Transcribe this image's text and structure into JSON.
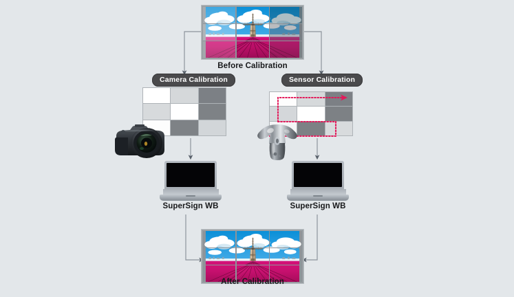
{
  "diagram": {
    "title_top": "Before Calibration",
    "title_bottom": "After Calibration",
    "background_color": "#e3e7ea",
    "accent_color": "#e3195a",
    "pill_color": "#4a4a4c",
    "branches": [
      {
        "pill": "Camera Calibration",
        "device": "camera",
        "software": "SuperSign WB"
      },
      {
        "pill": "Sensor Calibration",
        "device": "color-sensor",
        "software": "SuperSign WB"
      }
    ],
    "software_label": "SuperSign WB"
  },
  "camera_chart": {
    "rows": [
      [
        "#ffffff",
        "#d5d8da",
        "#7c8085"
      ],
      [
        "#d7dadc",
        "#ffffff",
        "#7e8286"
      ],
      [
        "#fdfdfd",
        "#7e8286",
        "#d2d6d9"
      ]
    ]
  },
  "sensor_chart": {
    "rows": [
      [
        "#fdfdfd",
        "#d6d9db",
        "#7c8085"
      ],
      [
        "#d4d7da",
        "#ffffff",
        "#7d8185"
      ],
      [
        "#f4f5f6",
        "#7d8185",
        "#d8dbdd"
      ]
    ],
    "path_color": "#e3195a",
    "path_style": "dotted-serpentine"
  },
  "wall_before": {
    "tints": [
      [
        "rgba(255,255,255,0.22)",
        "rgba(0,0,0,0.00)",
        "rgba(12,62,78,0.34)"
      ],
      [
        "rgba(255,255,255,0.30)",
        "rgba(0,0,0,0.00)",
        "rgba(90,96,102,0.42)"
      ],
      [
        "rgba(255,255,255,0.18)",
        "rgba(0,0,0,0.06)",
        "rgba(60,64,70,0.22)"
      ]
    ]
  },
  "wall_after": {
    "tints": [
      [
        "rgba(0,0,0,0)",
        "rgba(0,0,0,0)",
        "rgba(0,0,0,0)"
      ],
      [
        "rgba(0,0,0,0)",
        "rgba(0,0,0,0)",
        "rgba(0,0,0,0)"
      ],
      [
        "rgba(0,0,0,0)",
        "rgba(0,0,0,0)",
        "rgba(0,0,0,0)"
      ]
    ]
  }
}
